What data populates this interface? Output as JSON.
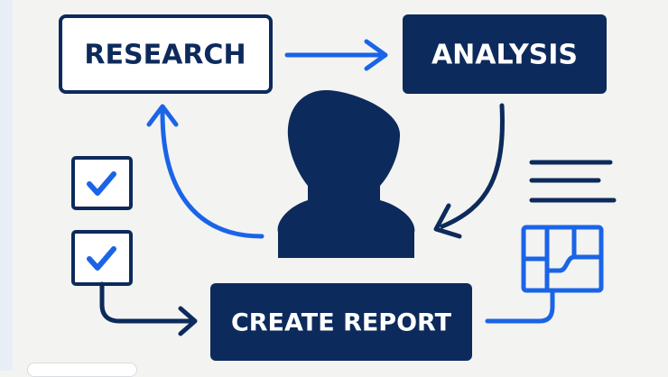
{
  "nodes": {
    "research": {
      "label": "RESEARCH"
    },
    "analysis": {
      "label": "ANALYSIS"
    },
    "create_report": {
      "label": "CREATE REPORT"
    }
  },
  "icons": [
    "user-silhouette-icon",
    "checkbox-checked-icon",
    "text-lines-icon",
    "layout-chart-icon"
  ],
  "colors": {
    "navy": "#0d2a5c",
    "blue": "#1a64e8",
    "background": "#f3f3f1",
    "white": "#ffffff"
  }
}
